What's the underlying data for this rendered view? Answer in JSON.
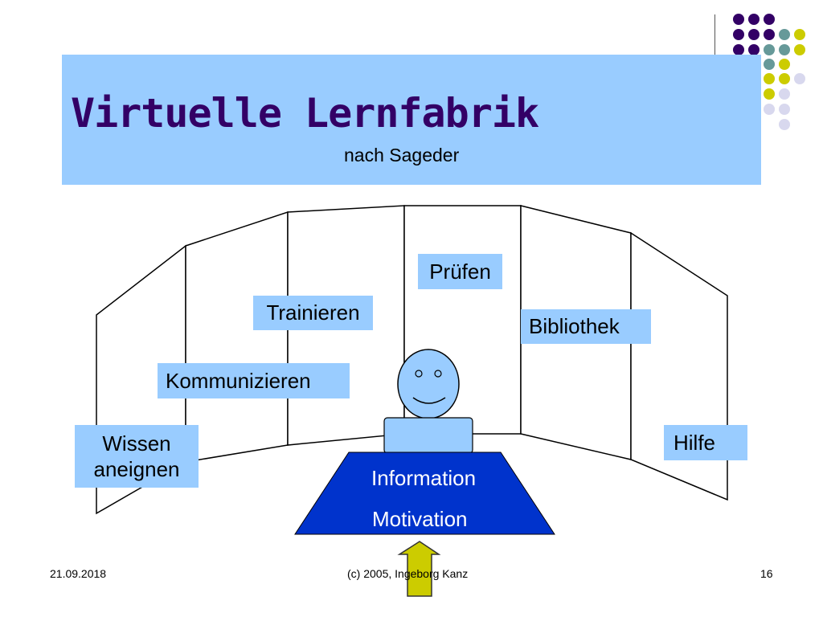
{
  "title": "Virtuelle Lernfabrik",
  "subtitle": "nach Sageder",
  "labels": {
    "pruefen": "Prüfen",
    "trainieren": "Trainieren",
    "bibliothek": "Bibliothek",
    "kommunizieren": "Kommunizieren",
    "wissen_line1": "Wissen",
    "wissen_line2": "aneignen",
    "hilfe": "Hilfe"
  },
  "desk": {
    "line1": "Information",
    "line2": "Motivation"
  },
  "footer": {
    "date": "21.09.2018",
    "author": "(c) 2005,  Ingeborg Kanz",
    "page": "16"
  },
  "colors": {
    "title_bar": "#99ccff",
    "title_text": "#330066",
    "desk": "#0033cc",
    "arrow": "#cccc00",
    "dot_purple": "#330066",
    "dot_teal": "#669999",
    "dot_yellow": "#cccc00",
    "dot_lavender": "#ccccee"
  }
}
